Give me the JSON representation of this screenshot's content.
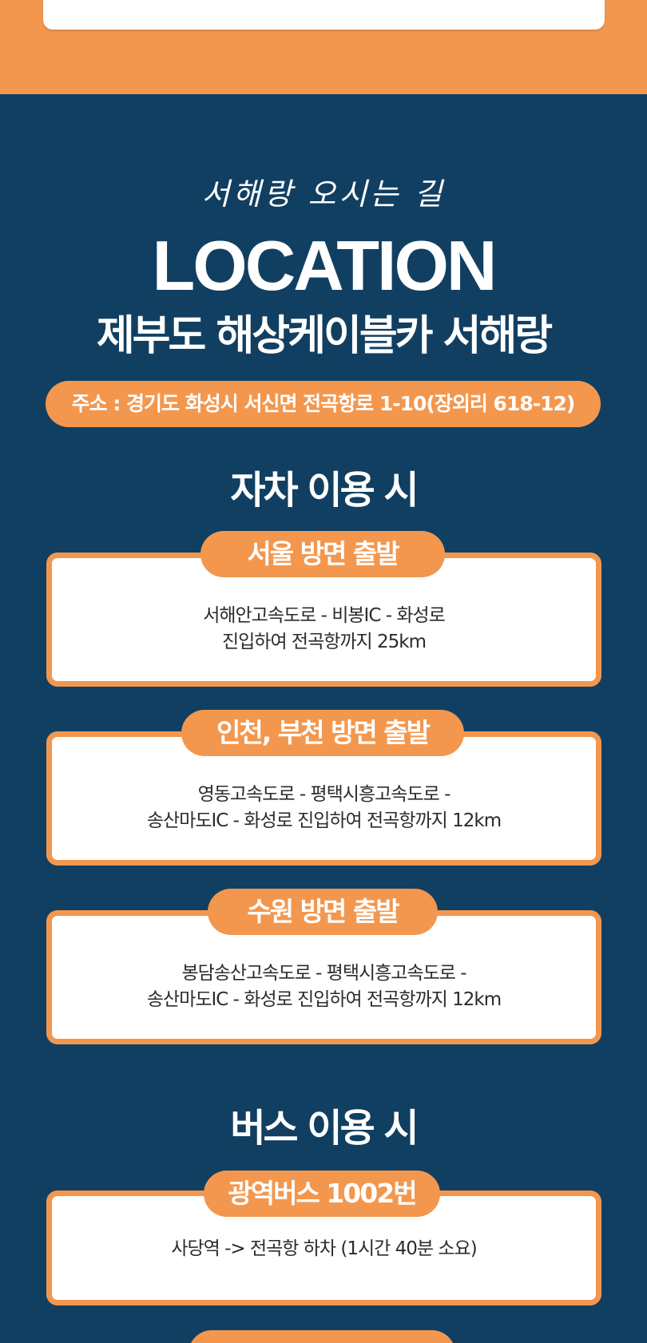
{
  "colors": {
    "orange": "#f3974e",
    "navy": "#113f61",
    "white": "#ffffff",
    "text_dark": "#2b2b2b"
  },
  "header": {
    "script_title": "서해랑 오시는 길",
    "title": "LOCATION",
    "subtitle": "제부도 해상케이블카 서해랑"
  },
  "address": {
    "label": "주소 : 경기도 화성시 서신면 전곡항로 1-10(장외리 618-12)"
  },
  "car": {
    "heading": "자차 이용 시",
    "routes": [
      {
        "title": "서울 방면 출발",
        "line1": "서해안고속도로 - 비봉IC - 화성로",
        "line2": "진입하여 전곡항까지 25km"
      },
      {
        "title": "인천, 부천 방면 출발",
        "line1": "영동고속도로 - 평택시흥고속도로 -",
        "line2": "송산마도IC - 화성로 진입하여 전곡항까지 12km"
      },
      {
        "title": "수원 방면 출발",
        "line1": "봉담송산고속도로 - 평택시흥고속도로 -",
        "line2": "송산마도IC - 화성로 진입하여 전곡항까지 12km"
      }
    ]
  },
  "bus": {
    "heading": "버스 이용 시",
    "routes": [
      {
        "title": "광역버스 1002번",
        "line1": "사당역 -> 전곡항 하차 (1시간 40분 소요)"
      }
    ]
  }
}
